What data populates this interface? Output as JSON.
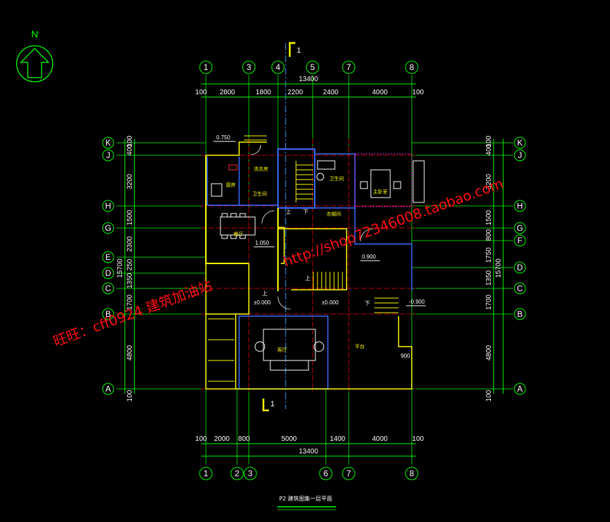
{
  "north_label": "N",
  "section_mark": "1",
  "top_axes": [
    "1",
    "3",
    "4",
    "5",
    "7",
    "8"
  ],
  "bottom_axes": [
    "1",
    "2",
    "3",
    "6",
    "7",
    "8"
  ],
  "left_axes": [
    "K",
    "J",
    "H",
    "G",
    "E",
    "D",
    "C",
    "B",
    "A"
  ],
  "right_axes": [
    "K",
    "J",
    "H",
    "G",
    "F",
    "D",
    "C",
    "B",
    "A"
  ],
  "top_total": "13400",
  "top_dims": [
    "100",
    "2800",
    "1800",
    "2200",
    "2400",
    "4000",
    "100"
  ],
  "bottom_total": "13400",
  "bottom_dims": [
    "100",
    "2000",
    "800",
    "5000",
    "1400",
    "4000",
    "100"
  ],
  "left_dims": [
    "100",
    "400",
    "3200",
    "1500",
    "2300",
    "250",
    "1350",
    "1700",
    "4800",
    "100"
  ],
  "left_total": "15700",
  "right_dims": [
    "100",
    "400",
    "3200",
    "1500",
    "800",
    "1750",
    "1350",
    "1700",
    "4800",
    "100"
  ],
  "right_total": "15700",
  "rooms": {
    "kitchen": "厨房",
    "laundry": "洗衣房",
    "bath_small": "卫生间",
    "bath_master": "卫生间",
    "master_bedroom": "主卧室",
    "closet": "衣帽间",
    "dining": "餐厅",
    "living": "客厅",
    "terrace": "平台"
  },
  "levels": {
    "l1": "0.750",
    "l2": "1.050",
    "l3": "0.900",
    "l4": "±0.000",
    "l5": "±0.000",
    "l6": "-0.900"
  },
  "stair_labels": {
    "up1": "上",
    "down1": "下",
    "up2": "上",
    "down2": "下",
    "up3": "上"
  },
  "dim_900": "900",
  "watermark_1": "旺旺：cff0924  建筑加油站",
  "watermark_2": "http://shop72346008.taobao.com",
  "caption": "P2 建筑图集一层平面"
}
